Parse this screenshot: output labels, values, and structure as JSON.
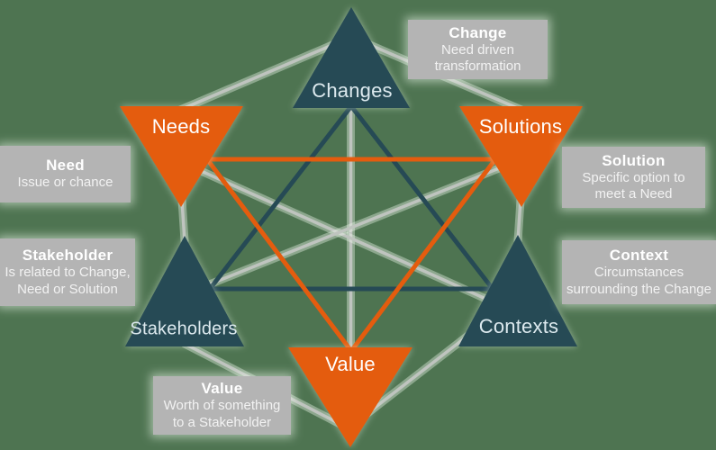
{
  "colors": {
    "background": "#4E7451",
    "orange_triangle": "#E45C0E",
    "dark_teal_triangle": "#264A55",
    "callout_box_gray": "#B4B4B4",
    "connector_gray": "#BFC4BF",
    "label_text": "#FFFFFF"
  },
  "triangles": [
    {
      "label": "Changes",
      "direction": "up",
      "color_role": "dark-teal"
    },
    {
      "label": "Needs",
      "direction": "down",
      "color_role": "orange"
    },
    {
      "label": "Solutions",
      "direction": "down",
      "color_role": "orange"
    },
    {
      "label": "Stakeholders",
      "direction": "up",
      "color_role": "dark-teal"
    },
    {
      "label": "Contexts",
      "direction": "up",
      "color_role": "dark-teal"
    },
    {
      "label": "Value",
      "direction": "down",
      "color_role": "orange"
    }
  ],
  "callouts": [
    {
      "title": "Change",
      "description": "Need driven\ntransformation"
    },
    {
      "title": "Need",
      "description": "Issue or chance"
    },
    {
      "title": "Stakeholder",
      "description": "Is related to Change,\nNeed or Solution"
    },
    {
      "title": "Solution",
      "description": "Specific option to\nmeet a Need"
    },
    {
      "title": "Context",
      "description": "Circumstances\nsurrounding the Change"
    },
    {
      "title": "Value",
      "description": "Worth of something\nto a Stakeholder"
    }
  ]
}
